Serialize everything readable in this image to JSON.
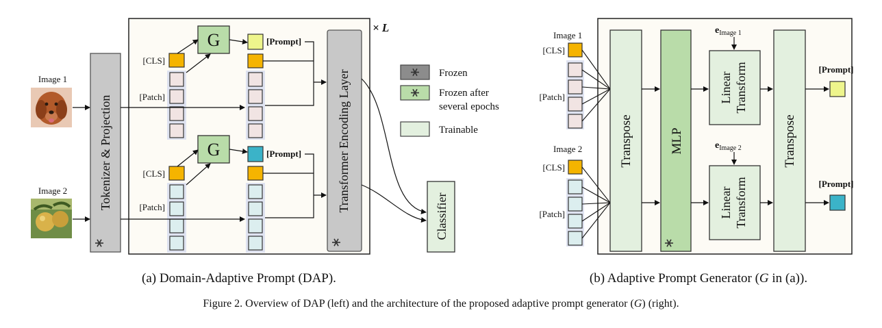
{
  "figure": {
    "caption": "Figure 2. Overview of DAP (left) and the architecture of the proposed adaptive prompt generator (",
    "caption_var": "G",
    "caption_end": ") (right)."
  },
  "left": {
    "subcaption": "(a) Domain-Adaptive Prompt (DAP).",
    "image1_label": "Image 1",
    "image2_label": "Image 2",
    "tokenizer_label": "Tokenizer & Projection",
    "encoder_label": "Transformer Encoding Layer",
    "repeat_label": "× L",
    "generator_label": "G",
    "cls_label": "[CLS]",
    "patch_label": "[Patch]",
    "prompt_label": "[Prompt]",
    "classifier_label": "Classifier"
  },
  "legend": {
    "frozen": "Frozen",
    "frozen_after": "Frozen after",
    "frozen_after_2": "several epochs",
    "trainable": "Trainable",
    "snowflake_icon": "snowflake-icon"
  },
  "right": {
    "subcaption_pre": "(b) Adaptive Prompt Generator (",
    "subcaption_var": "G",
    "subcaption_post": " in (a)).",
    "image1_label": "Image 1",
    "image2_label": "Image 2",
    "cls_label": "[CLS]",
    "patch_label": "[Patch]",
    "transpose_label": "Transpose",
    "mlp_label": "MLP",
    "linear_label_1": "Linear",
    "linear_label_2": "Transform",
    "e_symbol": "e",
    "e_sub_1": "Image 1",
    "e_sub_2": "Image 2",
    "prompt_label": "[Prompt]"
  },
  "colors": {
    "frozen": "#c8c8c8",
    "frozen_stroke": "#555555",
    "frozen_after": "#b9dca9",
    "trainable": "#e3f0df",
    "cls_orange": "#f5b400",
    "prompt_yellow": "#eef58c",
    "prompt_teal": "#3bb3c8",
    "patch_pink": "#f1e4e3",
    "patch_cyan": "#dceeef",
    "patch_group_bg": "#dfe3f1",
    "panel_bg": "#fdfbf5"
  }
}
